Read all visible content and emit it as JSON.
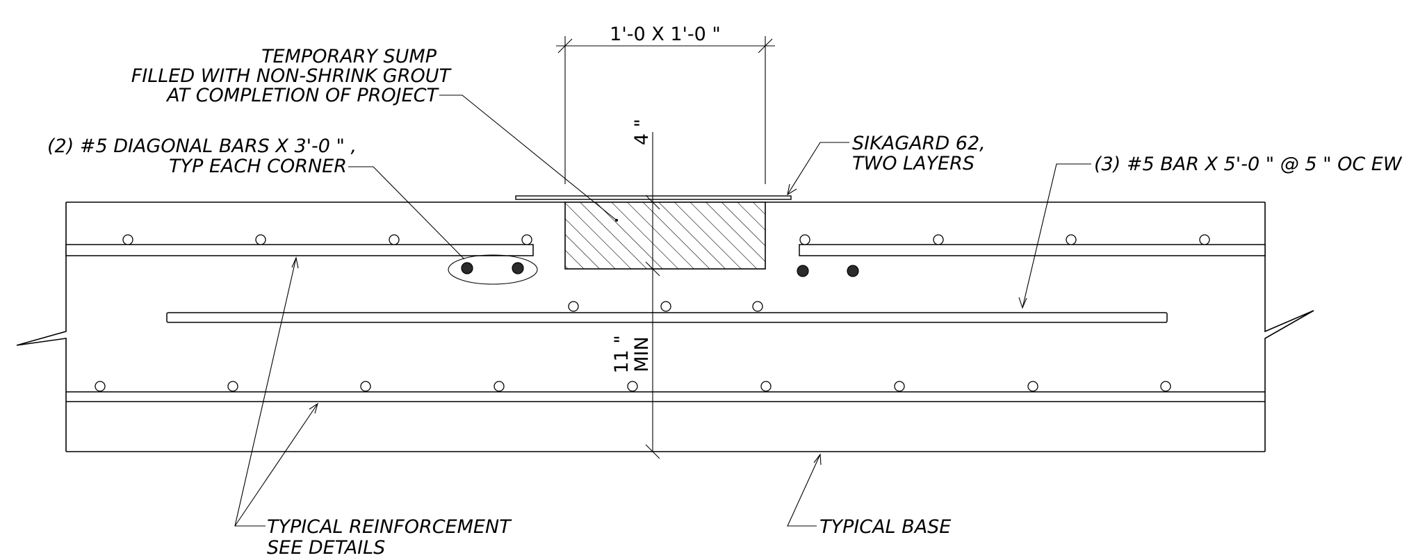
{
  "labels": {
    "sump_line1": "TEMPORARY SUMP",
    "sump_line2": "FILLED WITH NON-SHRINK GROUT",
    "sump_line3": "AT COMPLETION OF PROJECT",
    "diag_line1": "(2) #5  DIAGONAL BARS X 3'-0 \" ,",
    "diag_line2": "TYP EACH CORNER",
    "sika_line1": "SIKAGARD 62,",
    "sika_line2": "TWO LAYERS",
    "bar_note": "(3) #5 BAR X 5'-0 \" @ 5 \" OC EW",
    "reinf_line1": "TYPICAL REINFORCEMENT",
    "reinf_line2": "SEE DETAILS",
    "base": "TYPICAL BASE"
  },
  "dimensions": {
    "sump_size": "1'-0  X 1'-0 \"",
    "sump_depth": "4 \"",
    "slab_thickness_1": "11 \"",
    "slab_thickness_2": "MIN"
  }
}
